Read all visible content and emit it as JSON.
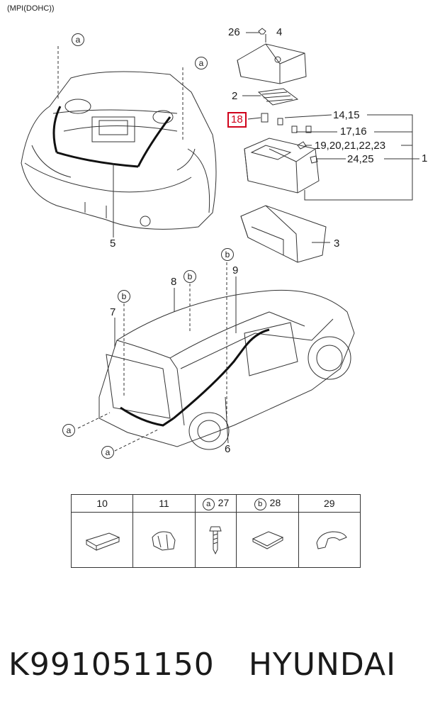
{
  "header": "(MPI(DOHC))",
  "callouts": {
    "c26": "26",
    "c4": "4",
    "c2": "2",
    "c18": "18",
    "c14_15": "14,15",
    "c17_16": "17,16",
    "c19_23": "19,20,21,22,23",
    "c24_25": "24,25",
    "c1": "1",
    "c3": "3",
    "c5": "5",
    "c9": "9",
    "c8": "8",
    "c7": "7",
    "c6": "6"
  },
  "markers": {
    "a": "a",
    "b": "b"
  },
  "parts_table": {
    "headers": [
      {
        "num": "10",
        "marker": ""
      },
      {
        "num": "11",
        "marker": ""
      },
      {
        "num": "27",
        "marker": "a"
      },
      {
        "num": "28",
        "marker": "b"
      },
      {
        "num": "29",
        "marker": ""
      }
    ],
    "icons": [
      "bracket-icon",
      "clip-icon",
      "bolt-icon",
      "pad-icon",
      "grommet-icon"
    ]
  },
  "footer": {
    "part_number": "K991051150",
    "brand": "HYUNDAI"
  },
  "colors": {
    "highlight": "#d0021b",
    "line": "#333333"
  }
}
